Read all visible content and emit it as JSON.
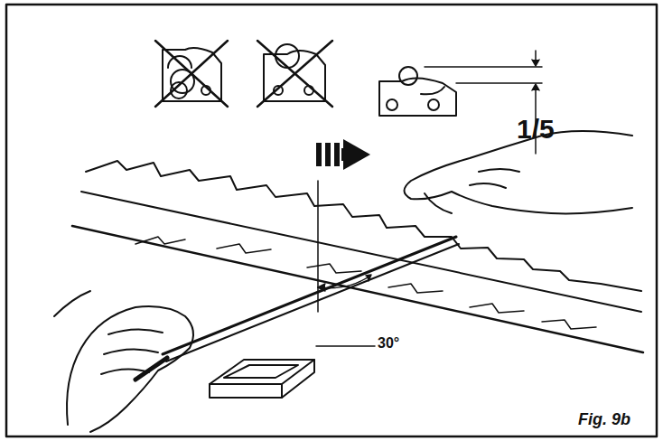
{
  "diagram": {
    "labels": [
      "1/5",
      "30°",
      "Fig. 9b"
    ]
  }
}
